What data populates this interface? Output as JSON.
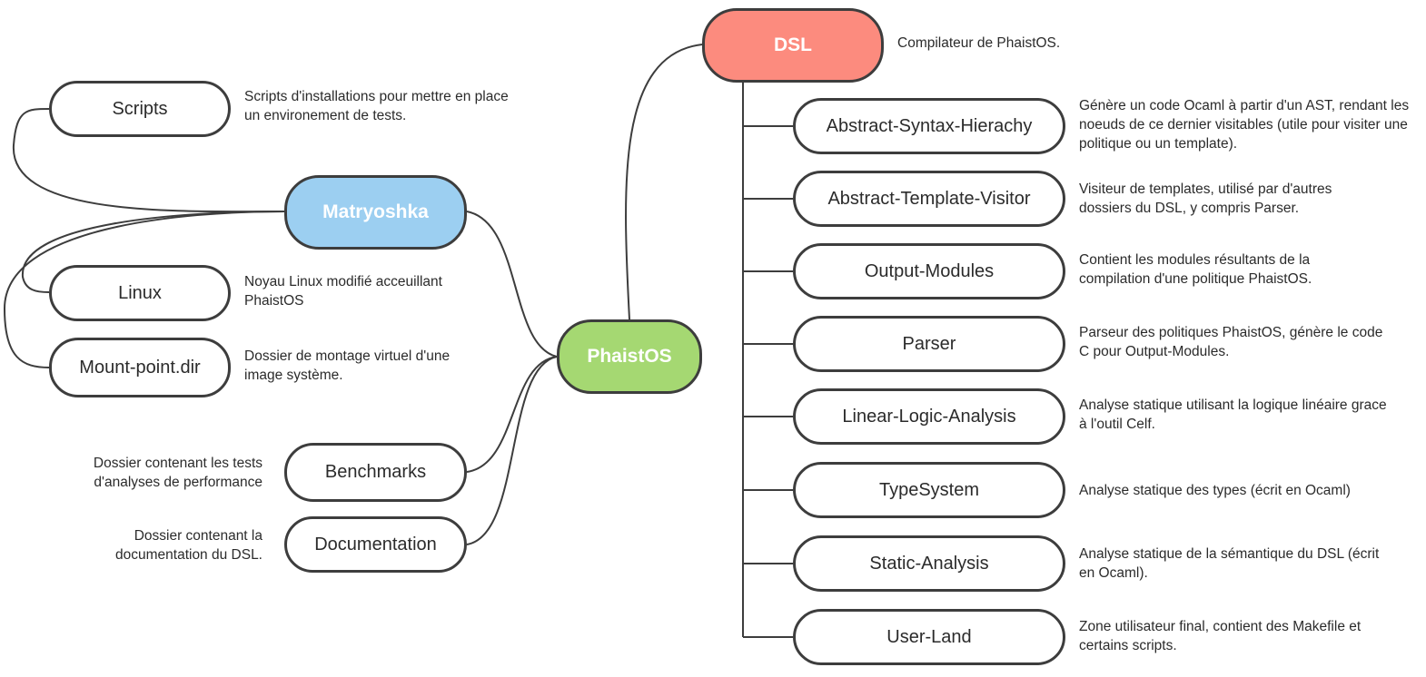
{
  "colors": {
    "phaistos": "#a5d872",
    "matryoshka": "#9ccff1",
    "dsl": "#fc8b7e",
    "line": "#3d3d3d"
  },
  "phaistos": {
    "label": "PhaistOS"
  },
  "matryoshka": {
    "label": "Matryoshka",
    "children": [
      {
        "label": "Scripts",
        "desc": "Scripts d'installations pour mettre en place un environement de tests."
      },
      {
        "label": "Linux",
        "desc": "Noyau Linux modifié acceuillant PhaistOS"
      },
      {
        "label": "Mount-point.dir",
        "desc": "Dossier de montage virtuel d'une image système."
      }
    ]
  },
  "benchmarks": {
    "label": "Benchmarks",
    "desc": "Dossier contenant les tests d'analyses de performance"
  },
  "documentation": {
    "label": "Documentation",
    "desc": "Dossier contenant la documentation du DSL."
  },
  "dsl": {
    "label": "DSL",
    "desc": "Compilateur de PhaistOS.",
    "children": [
      {
        "label": "Abstract-Syntax-Hierachy",
        "desc": "Génère un code Ocaml à partir d'un AST, rendant les noeuds de ce dernier visitables (utile pour visiter une politique ou un template)."
      },
      {
        "label": "Abstract-Template-Visitor",
        "desc": "Visiteur de templates, utilisé par d'autres dossiers du DSL, y compris Parser."
      },
      {
        "label": "Output-Modules",
        "desc": "Contient les modules résultants de la compilation d'une politique PhaistOS."
      },
      {
        "label": "Parser",
        "desc": "Parseur des politiques PhaistOS, génère le code C pour Output-Modules."
      },
      {
        "label": "Linear-Logic-Analysis",
        "desc": "Analyse statique utilisant la logique linéaire grace à l'outil Celf."
      },
      {
        "label": "TypeSystem",
        "desc": "Analyse statique des types (écrit en Ocaml)"
      },
      {
        "label": "Static-Analysis",
        "desc": "Analyse statique de la sémantique du DSL (écrit en Ocaml)."
      },
      {
        "label": "User-Land",
        "desc": "Zone utilisateur final, contient des Makefile et certains scripts."
      }
    ]
  }
}
